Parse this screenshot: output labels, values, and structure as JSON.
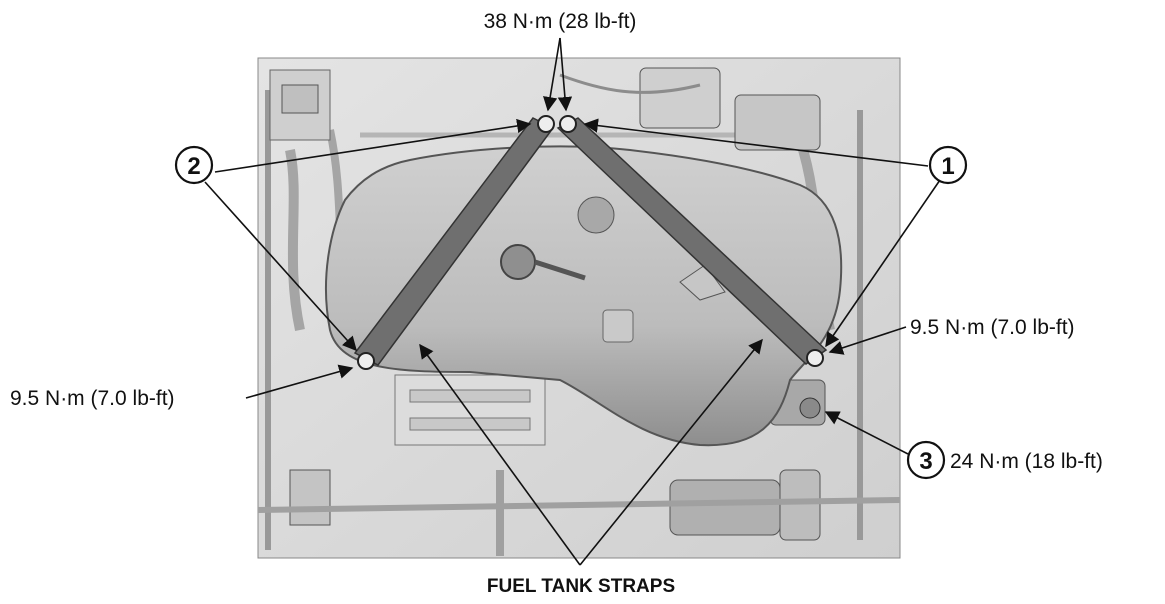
{
  "diagram": {
    "torque_top": "38 N·m (28 lb-ft)",
    "torque_left": "9.5 N·m (7.0 lb-ft)",
    "torque_right": "9.5 N·m (7.0 lb-ft)",
    "torque_callout3": "24 N·m (18 lb-ft)",
    "callout_1": "1",
    "callout_2": "2",
    "callout_3": "3",
    "caption": "FUEL TANK STRAPS"
  },
  "colors": {
    "background": "#ffffff",
    "ink": "#111111",
    "illustration_light": "#d9d9d9",
    "tank": "#bdbdbd",
    "strap": "#6f6f6f"
  }
}
